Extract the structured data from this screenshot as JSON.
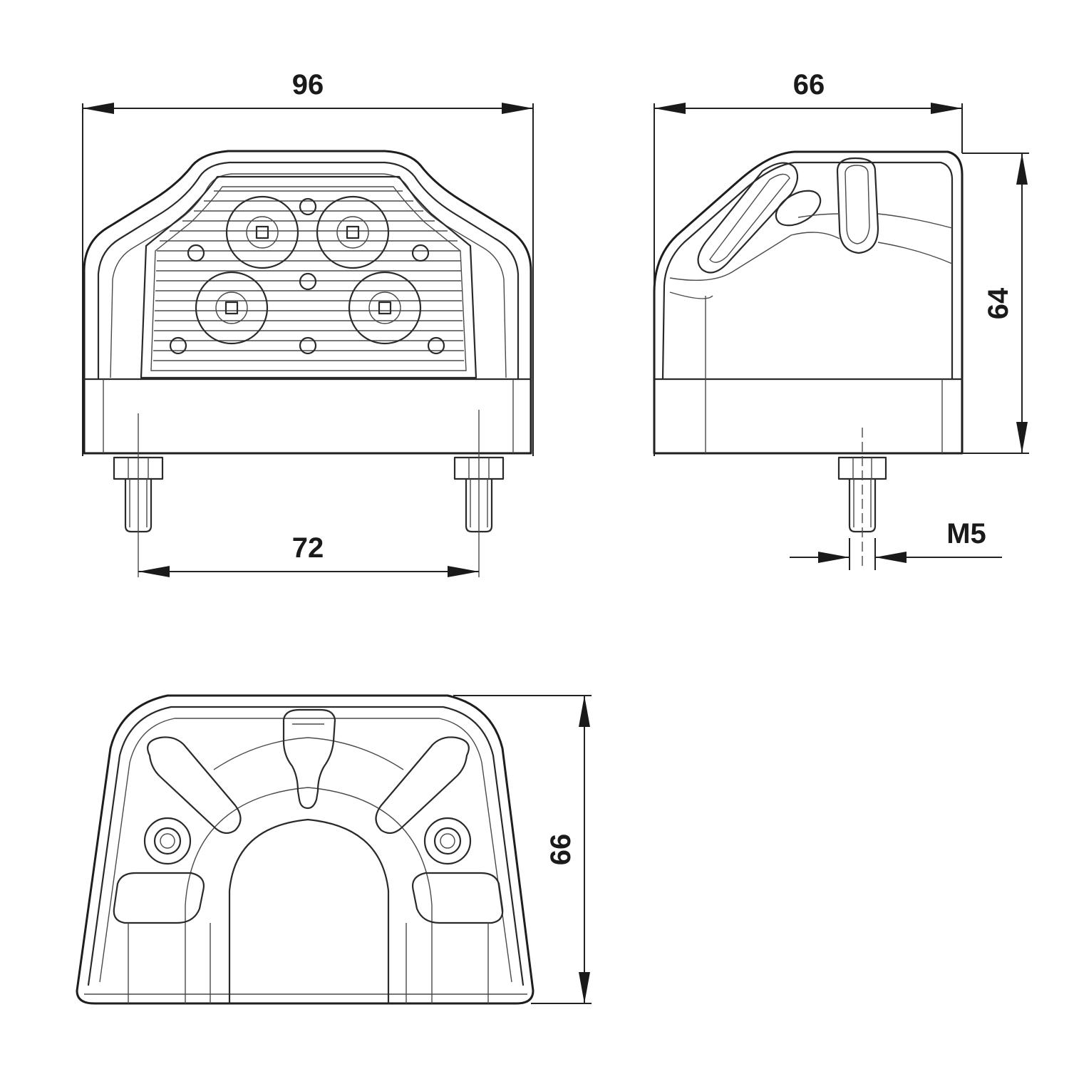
{
  "dimensions": {
    "front_width": "96",
    "front_bolt_spacing": "72",
    "side_depth": "66",
    "side_height": "64",
    "thread": "M5",
    "bottom_depth": "66"
  },
  "colors": {
    "line": "#2a2a2a",
    "background": "#ffffff"
  }
}
